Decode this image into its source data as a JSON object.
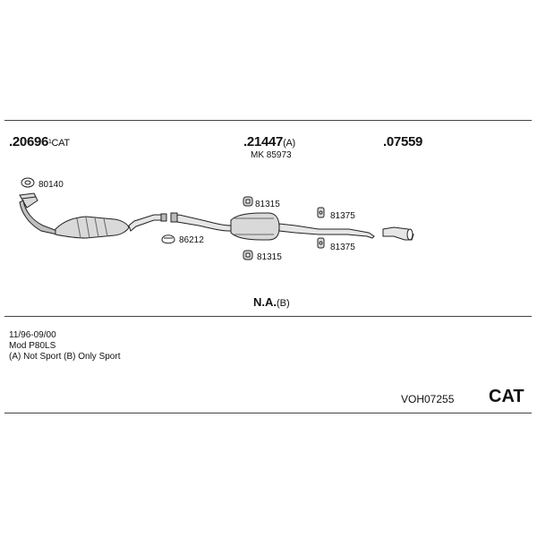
{
  "parts": {
    "front": {
      "number": ".20696",
      "suffix": "¹CAT"
    },
    "middle": {
      "number": ".21447",
      "suffix": "(A)",
      "sub": "MK 85973"
    },
    "rear": {
      "number": ".07559"
    }
  },
  "accessories": {
    "a80140": "80140",
    "a86212": "86212",
    "a81315_top": "81315",
    "a81315_bottom": "81315",
    "a81375_top": "81375",
    "a81375_bottom": "81375"
  },
  "na_label": {
    "main": "N.A.",
    "suffix": "(B)"
  },
  "notes": {
    "line1": "11/96-09/00",
    "line2": "Mod P80LS",
    "line3": "(A) Not Sport (B) Only Sport"
  },
  "footer": {
    "code": "VOH07255",
    "cat": "CAT"
  },
  "colors": {
    "line": "#444444",
    "part_stroke": "#222222",
    "part_fill": "#d9d9d9"
  }
}
